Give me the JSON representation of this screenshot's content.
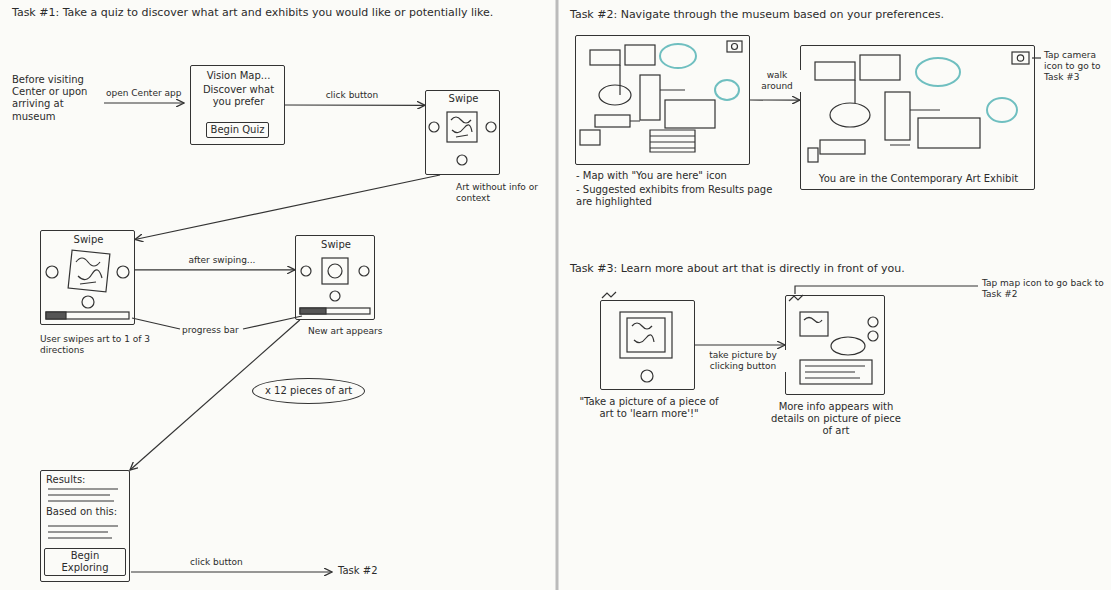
{
  "diagram": {
    "nodes": [
      {
        "text": [
          "Vision Map...",
          "Discover what you prefer"
        ]
      },
      {
        "text": [
          "Begin Quiz"
        ],
        "in": 0
      },
      {
        "text": [
          "Swipe"
        ]
      },
      {
        "text": [
          "Swipe"
        ]
      },
      {
        "text": [
          "Swipe"
        ]
      },
      {
        "text": [
          "x 12 pieces of art"
        ]
      },
      {
        "text": [
          "Results:",
          "Based on this:"
        ]
      },
      {
        "text": [
          "Begin Exploring"
        ],
        "in": 6
      },
      {
        "text": [
          "- Map with \"You are here\" icon",
          "- Suggested exhibits from Results page are highlighted"
        ]
      },
      {
        "text": [
          "You are in the Contemporary Art Exhibit"
        ]
      },
      {
        "text": [
          "\"Take a picture of a piece of art to 'learn more'!\""
        ]
      },
      {
        "text": [
          "More info appears with details on picture of piece of art"
        ]
      }
    ],
    "edges": [
      {
        "from": 0,
        "to": 2,
        "arrow": "to",
        "label": "click button"
      },
      {
        "from": 2,
        "to": 3,
        "arrow": "to"
      },
      {
        "from": 3,
        "to": 4,
        "arrow": "to",
        "label": "after swiping..."
      },
      {
        "from": 4,
        "to": 6,
        "arrow": "to"
      },
      {
        "from": 8,
        "to": 9,
        "arrow": "to",
        "label": "walk around"
      },
      {
        "from": 10,
        "to": 11,
        "arrow": "to",
        "label": "take picture by clicking button"
      }
    ],
    "labels": [
      "Task #1: Take a quiz to discover what art and exhibits you would like or potentially like.",
      "Before visiting Center or upon arriving at museum",
      "open Center app",
      "Art without info or context",
      "User swipes art to 1 of 3 directions",
      "progress bar",
      "New art appears",
      "click button",
      "Task #2",
      "Task #2: Navigate through the museum based on your preferences.",
      "Tap camera icon to go to Task #3",
      "Task #3: Learn more about art that is directly in front of you.",
      "Tap map icon to go back to Task #2"
    ]
  }
}
